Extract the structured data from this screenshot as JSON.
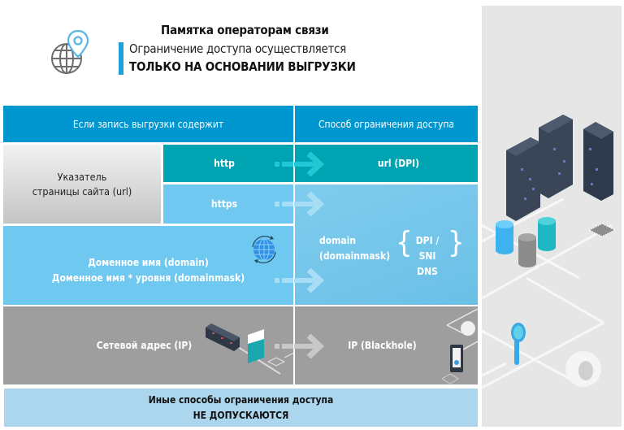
{
  "header": {
    "title": "Памятка операторам связи",
    "subtitle": "Ограничение доступа осуществляется",
    "subtitle_emphasis": "ТОЛЬКО НА ОСНОВАНИИ ВЫГРУЗКИ",
    "logo_icon": "globe-with-location-pin-icon"
  },
  "table": {
    "columns": [
      "Если запись выгрузки содержит",
      "Способ ограничения доступа"
    ],
    "rows": [
      {
        "source": "Указатель страницы сайта (url)",
        "source_lines": [
          "Указатель",
          "страницы сайта (url)"
        ],
        "protocols": [
          "http",
          "https"
        ],
        "method": "url (DPI)"
      },
      {
        "source_lines": [
          "Доменное имя (domain)",
          "Доменное имя * уровня (domainmask)"
        ],
        "method_lines": [
          "domain",
          "(domainmask)"
        ],
        "method_options": [
          "DPI / SNI",
          "DNS"
        ],
        "icon": "rotating-globe-icon"
      },
      {
        "source": "Сетевой адрес (IP)",
        "method": "IP (Blackhole)"
      }
    ],
    "footer_lines": [
      "Иные способы ограничения доступа",
      "НЕ ДОПУСКАЮТСЯ"
    ]
  },
  "colors": {
    "header_blue": "#0096d0",
    "teal": "#00a3b2",
    "light_blue": "#6ec8ef",
    "gray": "#9e9e9e",
    "footer_blue": "#abd6ee",
    "accent": "#1fa0d8",
    "panel_gray": "#e6e6e6"
  },
  "illustration": {
    "icons": [
      "server-towers-icon",
      "database-stack-icon",
      "chip-icon",
      "magnifier-icon",
      "gear-icon",
      "smartphone-icon",
      "network-switch-icon",
      "document-folder-icon"
    ]
  }
}
